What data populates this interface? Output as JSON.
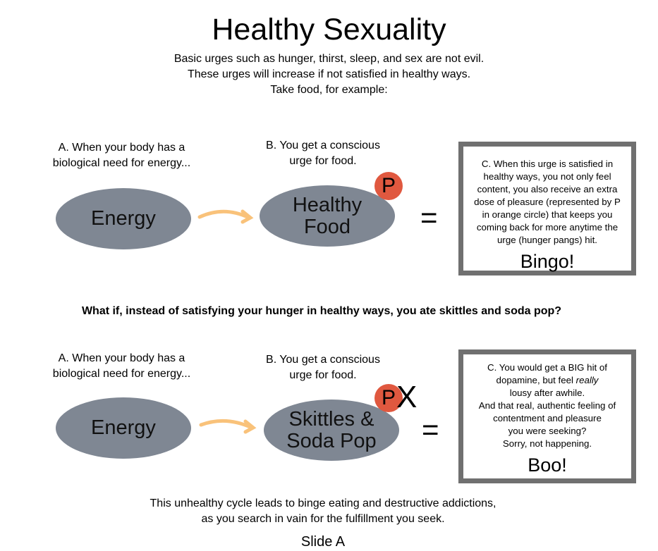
{
  "title": "Healthy Sexuality",
  "intro": [
    "Basic urges such as hunger, thirst, sleep, and sex are not evil.",
    "These urges will increase if not satisfied in healthy ways.",
    "Take food, for example:"
  ],
  "row1": {
    "a_caption": [
      "A. When your body has a",
      "biological need for energy..."
    ],
    "b_caption": [
      "B. You get a conscious",
      "urge for food."
    ],
    "source": "Energy",
    "target": [
      "Healthy",
      "Food"
    ],
    "pleasure": "P",
    "equals": "=",
    "box_text": [
      "C. When this urge is satisfied in",
      "healthy ways, you not only feel",
      "content, you also receive an extra",
      "dose of pleasure (represented by P",
      "in orange circle) that keeps you",
      "coming back for more anytime the",
      "urge (hunger pangs) hit."
    ],
    "verdict": "Bingo!"
  },
  "question": "What if, instead of satisfying your hunger in healthy ways, you ate skittles and soda pop?",
  "row2": {
    "a_caption": [
      "A. When your body has a",
      "biological need for energy..."
    ],
    "b_caption": [
      "B. You get a conscious",
      "urge for food."
    ],
    "source": "Energy",
    "target": [
      "Skittles &",
      "Soda Pop"
    ],
    "pleasure": "P",
    "cross": "X",
    "equals": "=",
    "box_text": {
      "l1": "C. You would get a BIG hit of",
      "l2a": "dopamine, but feel ",
      "l2b": "really",
      "l3": "lousy after awhile.",
      "l4": "And that real, authentic feeling of",
      "l5": "contentment and pleasure",
      "l6": "you were seeking?",
      "l7": "Sorry, not happening."
    },
    "verdict": "Boo!"
  },
  "footer": [
    "This unhealthy cycle leads to binge eating and destructive addictions,",
    "as you search in vain for the fulfillment you seek."
  ],
  "slide_label": "Slide A",
  "colors": {
    "ellipse": "#7f8793",
    "pleasure": "#e0583f",
    "arrow": "#f9c27a",
    "border": "#707070"
  }
}
